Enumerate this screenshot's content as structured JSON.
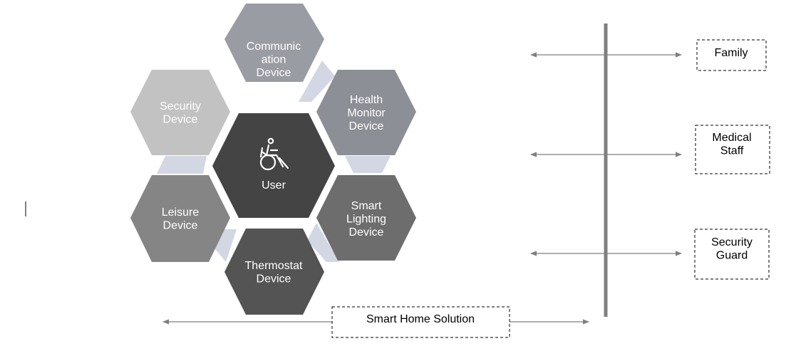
{
  "hexagons": {
    "center": {
      "lines": [
        "User"
      ],
      "icon": "wheelchair-icon",
      "color": "#444444"
    },
    "communication": {
      "lines": [
        "Communic",
        "ation",
        "Device"
      ],
      "color": "#9a9ca3"
    },
    "health": {
      "lines": [
        "Health",
        "Monitor",
        "Device"
      ],
      "color": "#8c8f96"
    },
    "lighting": {
      "lines": [
        "Smart",
        "Lighting",
        "Device"
      ],
      "color": "#6d6d6d"
    },
    "thermostat": {
      "lines": [
        "Thermostat",
        "Device"
      ],
      "color": "#545454"
    },
    "leisure": {
      "lines": [
        "Leisure",
        "Device"
      ],
      "color": "#858585"
    },
    "security_device": {
      "lines": [
        "Security",
        "Device"
      ],
      "color": "#c2c2c2"
    }
  },
  "connector_color": "#d3d6e3",
  "stakeholders": {
    "family": [
      "Family"
    ],
    "medical": [
      "Medical",
      "Staff"
    ],
    "security": [
      "Security",
      "Guard"
    ]
  },
  "solution_label": "Smart Home Solution"
}
